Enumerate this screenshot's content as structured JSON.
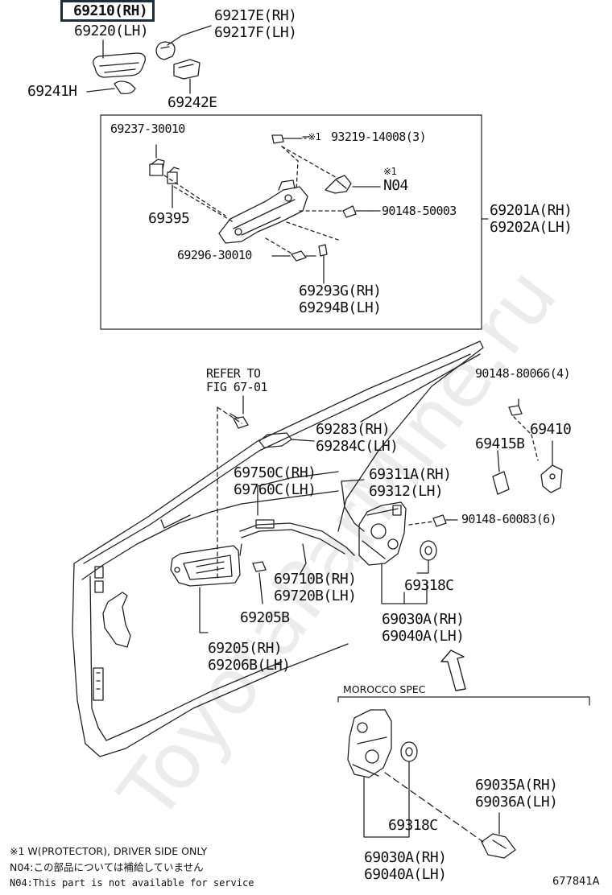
{
  "watermark": "ToyotaParMine.ru",
  "diagram_id": "677841A",
  "parts": {
    "p69210": "69210(RH)",
    "p69220": "69220(LH)",
    "p69217e": "69217E(RH)",
    "p69217f": "69217F(LH)",
    "p69241h": "69241H",
    "p69242e": "69242E",
    "p69237": "69237-30010",
    "p93219_mark": "※1",
    "p93219": "93219-14008(3)",
    "n04_mark": "※1",
    "n04": "N04",
    "p90148_50003": "90148-50003",
    "p69201a": "69201A(RH)",
    "p69202a": "69202A(LH)",
    "p69395": "69395",
    "p69296": "69296-30010",
    "p69293g": "69293G(RH)",
    "p69294b": "69294B(LH)",
    "refer_1": "REFER TO",
    "refer_2": "FIG 67-01",
    "p90148_80066": "90148-80066(4)",
    "p69410": "69410",
    "p69415b": "69415B",
    "p69283": "69283(RH)",
    "p69284c": "69284C(LH)",
    "p69750c": "69750C(RH)",
    "p69760c": "69760C(LH)",
    "p69311a": "69311A(RH)",
    "p69312": "69312(LH)",
    "p90148_60083": "90148-60083(6)",
    "p69710b": "69710B(RH)",
    "p69720b": "69720B(LH)",
    "p69318c": "69318C",
    "p69205b": "69205B",
    "p69030a": "69030A(RH)",
    "p69040a": "69040A(LH)",
    "p69205": "69205(RH)",
    "p69206b": "69206B(LH)",
    "morocco": "MOROCCO SPEC",
    "m69035a": "69035A(RH)",
    "m69036a": "69036A(LH)",
    "m69318c": "69318C",
    "m69030a": "69030A(RH)",
    "m69040a": "69040A(LH)"
  },
  "notes": {
    "n1": "※1 W(PROTECTOR), DRIVER SIDE ONLY",
    "n2": "N04:この部品については補給していません",
    "n3": "N04:This part is not available for service"
  }
}
